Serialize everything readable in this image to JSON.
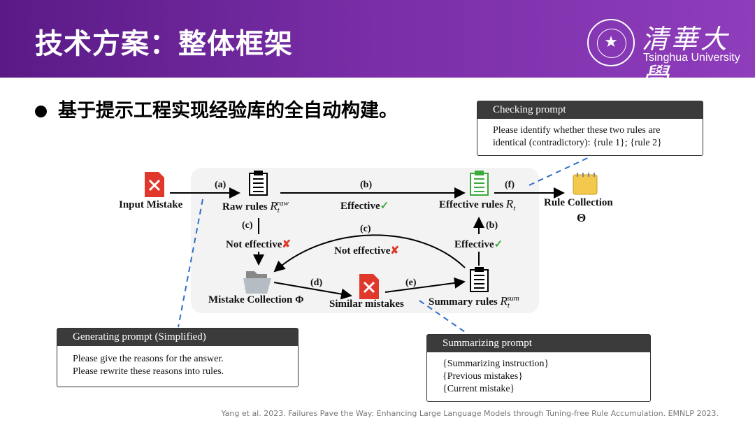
{
  "header": {
    "title": "技术方案：整体框架",
    "logo_cn": "清華大學",
    "logo_en": "Tsinghua University"
  },
  "bullet": "基于提示工程实现经验库的全自动构建。",
  "diagram": {
    "input_mistake": "Input Mistake",
    "a": "(a)",
    "b": "(b)",
    "c": "(c)",
    "d": "(d)",
    "e": "(e)",
    "f": "(f)",
    "raw_rules": "Raw rules",
    "raw_sym": "R",
    "raw_sup": "raw",
    "t": "t",
    "effective": "Effective",
    "check": "✓",
    "cross": "✘",
    "effective_rules": "Effective rules",
    "eff_sym": "R",
    "rule_collection": "Rule Collection",
    "theta": "Θ",
    "not_effective": "Not effective",
    "mistake_collection": "Mistake Collection Φ",
    "similar_mistakes": "Similar mistakes",
    "summary_rules": "Summary rules",
    "sum_sym": "R",
    "sum_sup": "sum"
  },
  "checking": {
    "title": "Checking prompt",
    "lines": [
      "Please identify whether these two rules are",
      "identical (contradictory): {rule 1}; {rule 2}"
    ]
  },
  "generating": {
    "title": "Generating prompt (Simplified)",
    "lines": [
      "Please give the reasons for the answer.",
      "Please rewrite these reasons into rules."
    ]
  },
  "summarizing": {
    "title": "Summarizing prompt",
    "lines": [
      "{Summarizing instruction}",
      "{Previous mistakes}",
      "{Current mistake}"
    ]
  },
  "citation": "Yang et al. 2023. Failures Pave the Way: Enhancing Large Language Models through Tuning-free Rule Accumulation. EMNLP 2023.",
  "colors": {
    "header": "#7a2ea8",
    "accent_green": "#3aaa3a",
    "accent_red": "#e0382a",
    "dashed": "#2e6fc9"
  }
}
